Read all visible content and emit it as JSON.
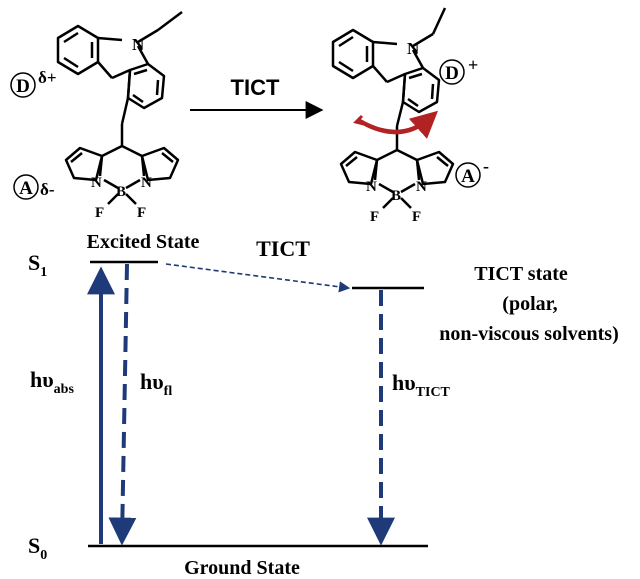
{
  "molecule_left": {
    "donor_label": "D",
    "donor_charge": "δ+",
    "acceptor_label": "A",
    "acceptor_charge": "δ-",
    "n_atom": "N",
    "n_left": "N",
    "n_right": "N",
    "b_atom": "B",
    "f_left": "F",
    "f_right": "F"
  },
  "reaction_arrow_label": "TICT",
  "molecule_right": {
    "donor_label": "D",
    "donor_charge": "+",
    "acceptor_label": "A",
    "acceptor_charge": "-",
    "n_atom": "N",
    "n_left": "N",
    "n_right": "N",
    "b_atom": "B",
    "f_left": "F",
    "f_right": "F"
  },
  "energy_diagram": {
    "s1_label": "S",
    "s1_sub": "1",
    "s0_label": "S",
    "s0_sub": "0",
    "excited_state": "Excited State",
    "ground_state": "Ground State",
    "tict_transfer": "TICT",
    "tict_state_line1": "TICT state",
    "tict_state_line2": "(polar,",
    "tict_state_line3": "non-viscous solvents)",
    "abs_main": "hυ",
    "abs_sub": "abs",
    "fl_main": "hυ",
    "fl_sub": "fl",
    "tict_main": "hυ",
    "tict_sub": "TICT"
  },
  "colors": {
    "arrow_navy": "#1f3a78",
    "rotation_arrow": "#b22222",
    "structure": "#000000"
  }
}
